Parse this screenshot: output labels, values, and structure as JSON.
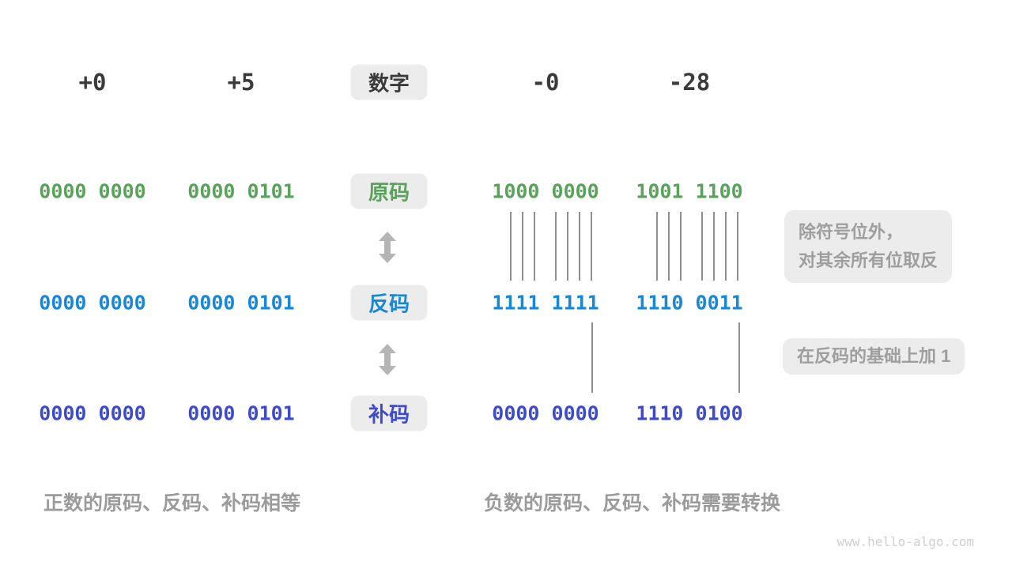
{
  "header": {
    "columns": [
      "+0",
      "+5",
      "-0",
      "-28"
    ],
    "label": "数字"
  },
  "rows": [
    {
      "id": "sign-magnitude",
      "label": "原码",
      "color": "#58a25a",
      "values": [
        "0000 0000",
        "0000 0101",
        "1000 0000",
        "1001 1100"
      ]
    },
    {
      "id": "ones-complement",
      "label": "反码",
      "color": "#1787d6",
      "values": [
        "0000 0000",
        "0000 0101",
        "1111 1111",
        "1110 0011"
      ]
    },
    {
      "id": "twos-complement",
      "label": "补码",
      "color": "#3d4bc9",
      "values": [
        "0000 0000",
        "0000 0101",
        "0000 0000",
        "1110 0100"
      ]
    }
  ],
  "annotations": {
    "flip_line1": "除符号位外，",
    "flip_line2": "对其余所有位取反",
    "add_note": "在反码的基础上加 1"
  },
  "captions": {
    "positive": "正数的原码、反码、补码相等",
    "negative": "负数的原码、反码、补码需要转换"
  },
  "watermark": "www.hello-algo.com",
  "colors": {
    "sign_green": "#58a25a",
    "ones_blue": "#1787d6",
    "twos_indigo": "#3d4bc9",
    "chip_bg": "#ececec",
    "note_text": "#9e9e9e",
    "arrow_gray": "#b5b5b5",
    "dark_text": "#3b3b3b"
  }
}
